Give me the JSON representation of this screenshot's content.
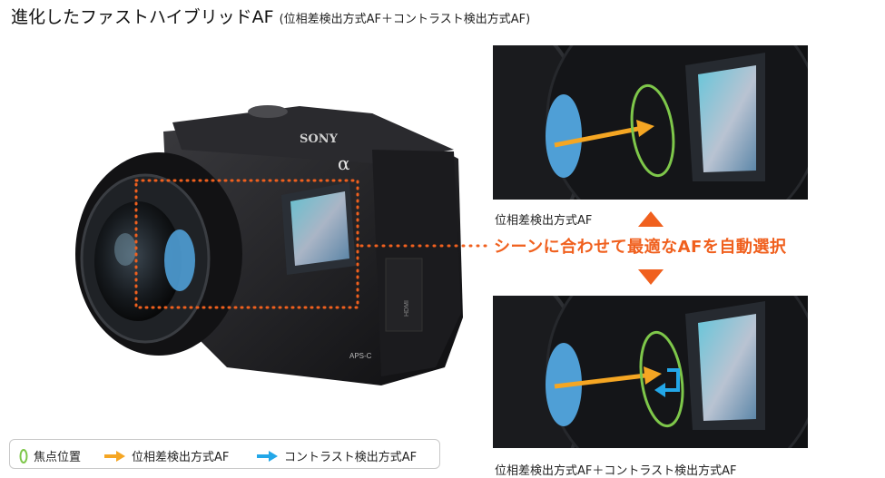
{
  "header": {
    "title": "進化したファストハイブリッドAF",
    "subtitle": "(位相差検出方式AF＋コントラスト検出方式AF)"
  },
  "camera": {
    "brand": "SONY",
    "alpha": "α",
    "aps_c": "APS-C",
    "hdmi": "HDMI"
  },
  "panels": {
    "top_caption": "位相差検出方式AF",
    "bottom_caption": "位相差検出方式AF＋コントラスト検出方式AF"
  },
  "center_message": "シーンに合わせて最適なAFを自動選択",
  "legend": {
    "focus_point": "焦点位置",
    "phase_detection": "位相差検出方式AF",
    "contrast_detection": "コントラスト検出方式AF"
  },
  "colors": {
    "orange": "#f0601e",
    "arrow_orange": "#f5a623",
    "cyan": "#23a7e8",
    "green": "#7ec74a",
    "blue_disc": "#4f9fd6"
  }
}
